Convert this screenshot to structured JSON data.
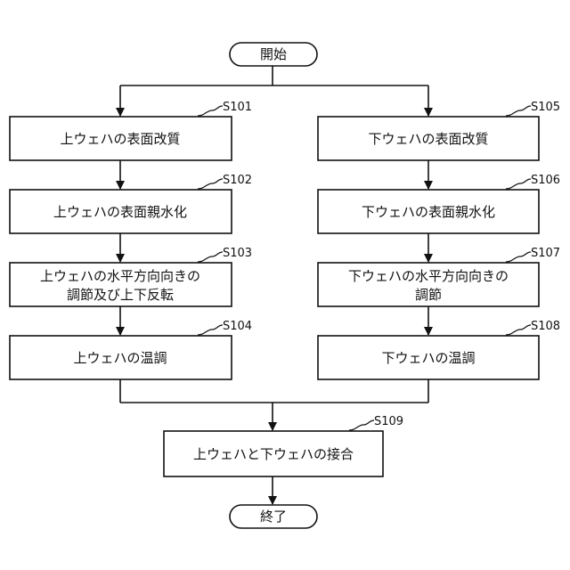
{
  "flow": {
    "start": "開始",
    "end": "終了",
    "left": [
      {
        "step": "S101",
        "lines": [
          "上ウェハの表面改質"
        ]
      },
      {
        "step": "S102",
        "lines": [
          "上ウェハの表面親水化"
        ]
      },
      {
        "step": "S103",
        "lines": [
          "上ウェハの水平方向向きの",
          "調節及び上下反転"
        ]
      },
      {
        "step": "S104",
        "lines": [
          "上ウェハの温調"
        ]
      }
    ],
    "right": [
      {
        "step": "S105",
        "lines": [
          "下ウェハの表面改質"
        ]
      },
      {
        "step": "S106",
        "lines": [
          "下ウェハの表面親水化"
        ]
      },
      {
        "step": "S107",
        "lines": [
          "下ウェハの水平方向向きの",
          "調節"
        ]
      },
      {
        "step": "S108",
        "lines": [
          "下ウェハの温調"
        ]
      }
    ],
    "join": {
      "step": "S109",
      "lines": [
        "上ウェハと下ウェハの接合"
      ]
    }
  }
}
